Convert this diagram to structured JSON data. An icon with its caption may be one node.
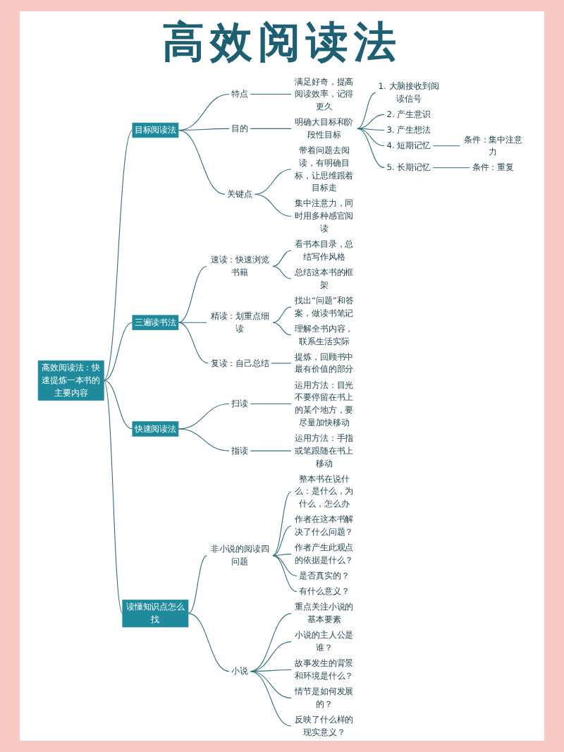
{
  "diagram": {
    "title": "高效阅读法",
    "nodes": [
      {
        "text": [
          "高效阅读法：快速提炼一本书的主要内容"
        ]
      },
      {
        "text": [
          "目标阅读法"
        ]
      },
      {
        "text": [
          "特点"
        ]
      },
      {
        "text": [
          "满足好奇，提高阅读效率，记得更久"
        ]
      },
      {
        "text": [
          "目的"
        ]
      },
      {
        "text": [
          "明确大目标和阶段性目标"
        ]
      },
      {
        "text": [
          "1. 大脑接收到阅读信号"
        ]
      },
      {
        "text": [
          "2. 产生意识"
        ]
      },
      {
        "text": [
          "3. 产生想法"
        ]
      },
      {
        "text": [
          "4. 短期记忆"
        ]
      },
      {
        "text": [
          "条件：集中注意力"
        ]
      },
      {
        "text": [
          "5. 长期记忆"
        ]
      },
      {
        "text": [
          "条件：重复"
        ]
      },
      {
        "text": [
          "关键点"
        ]
      },
      {
        "text": [
          "带着问题去阅读，有明确目标，让思维跟着目标走"
        ]
      },
      {
        "text": [
          "集中注意力，同时用多种感官阅读"
        ]
      },
      {
        "text": [
          "三遍读书法"
        ]
      },
      {
        "text": [
          "速读：快速浏览书籍"
        ]
      },
      {
        "text": [
          "看书本目录，总结写作风格"
        ]
      },
      {
        "text": [
          "总结这本书的框架"
        ]
      },
      {
        "text": [
          "精读：划重点细读"
        ]
      },
      {
        "text": [
          "找出“问题”和答案，做读书笔记"
        ]
      },
      {
        "text": [
          "理解全书内容，联系生活实际"
        ]
      },
      {
        "text": [
          "复读：自己总结"
        ]
      },
      {
        "text": [
          "提炼，回顾书中最有价值的部分"
        ]
      },
      {
        "text": [
          "快速阅读法"
        ]
      },
      {
        "text": [
          "扫读"
        ]
      },
      {
        "text": [
          "运用方法：目光不要停留在书上的某个地方，要尽量加快移动"
        ]
      },
      {
        "text": [
          "指读"
        ]
      },
      {
        "text": [
          "运用方法：手指或笔跟随在书上移动"
        ]
      },
      {
        "text": [
          "读懂知识点怎么找"
        ]
      },
      {
        "text": [
          "非小说的阅读四问题"
        ]
      },
      {
        "text": [
          "整本书在说什么：是什么，为什么，怎么办"
        ]
      },
      {
        "text": [
          "作者在这本书解决了什么问题？"
        ]
      },
      {
        "text": [
          "作者产生此观点的依据是什么？"
        ]
      },
      {
        "text": [
          "是否真实的？"
        ]
      },
      {
        "text": [
          "有什么意义？"
        ]
      },
      {
        "text": [
          "小说"
        ]
      },
      {
        "text": [
          "重点关注小说的基本要素"
        ]
      },
      {
        "text": [
          "小说的主人公是谁？"
        ]
      },
      {
        "text": [
          "故事发生的背景和环境是什么？"
        ]
      },
      {
        "text": [
          "情节是如何发展的？"
        ]
      },
      {
        "text": [
          "反映了什么样的现实意义？"
        ]
      }
    ],
    "edges": [
      {
        "from": 0,
        "to": 1,
        "arrow": "none"
      },
      {
        "from": 1,
        "to": 2,
        "arrow": "none"
      },
      {
        "from": 2,
        "to": 3,
        "arrow": "none"
      },
      {
        "from": 1,
        "to": 4,
        "arrow": "none"
      },
      {
        "from": 4,
        "to": 5,
        "arrow": "none"
      },
      {
        "from": 5,
        "to": 6,
        "arrow": "none"
      },
      {
        "from": 5,
        "to": 7,
        "arrow": "none"
      },
      {
        "from": 5,
        "to": 8,
        "arrow": "none"
      },
      {
        "from": 5,
        "to": 9,
        "arrow": "none"
      },
      {
        "from": 9,
        "to": 10,
        "arrow": "none"
      },
      {
        "from": 5,
        "to": 11,
        "arrow": "none"
      },
      {
        "from": 11,
        "to": 12,
        "arrow": "none"
      },
      {
        "from": 1,
        "to": 13,
        "arrow": "none"
      },
      {
        "from": 13,
        "to": 14,
        "arrow": "none"
      },
      {
        "from": 13,
        "to": 15,
        "arrow": "none"
      },
      {
        "from": 0,
        "to": 16,
        "arrow": "none"
      },
      {
        "from": 16,
        "to": 17,
        "arrow": "none"
      },
      {
        "from": 17,
        "to": 18,
        "arrow": "none"
      },
      {
        "from": 17,
        "to": 19,
        "arrow": "none"
      },
      {
        "from": 16,
        "to": 20,
        "arrow": "none"
      },
      {
        "from": 20,
        "to": 21,
        "arrow": "none"
      },
      {
        "from": 20,
        "to": 22,
        "arrow": "none"
      },
      {
        "from": 16,
        "to": 23,
        "arrow": "none"
      },
      {
        "from": 23,
        "to": 24,
        "arrow": "none"
      },
      {
        "from": 0,
        "to": 25,
        "arrow": "none"
      },
      {
        "from": 25,
        "to": 26,
        "arrow": "none"
      },
      {
        "from": 26,
        "to": 27,
        "arrow": "none"
      },
      {
        "from": 25,
        "to": 28,
        "arrow": "none"
      },
      {
        "from": 28,
        "to": 29,
        "arrow": "none"
      },
      {
        "from": 0,
        "to": 30,
        "arrow": "none"
      },
      {
        "from": 30,
        "to": 31,
        "arrow": "none"
      },
      {
        "from": 31,
        "to": 32,
        "arrow": "none"
      },
      {
        "from": 31,
        "to": 33,
        "arrow": "none"
      },
      {
        "from": 31,
        "to": 34,
        "arrow": "none"
      },
      {
        "from": 31,
        "to": 35,
        "arrow": "none"
      },
      {
        "from": 31,
        "to": 36,
        "arrow": "none"
      },
      {
        "from": 30,
        "to": 37,
        "arrow": "none"
      },
      {
        "from": 37,
        "to": 38,
        "arrow": "none"
      },
      {
        "from": 37,
        "to": 39,
        "arrow": "none"
      },
      {
        "from": 37,
        "to": 40,
        "arrow": "none"
      },
      {
        "from": 37,
        "to": 41,
        "arrow": "none"
      },
      {
        "from": 37,
        "to": 42,
        "arrow": "none"
      }
    ]
  }
}
